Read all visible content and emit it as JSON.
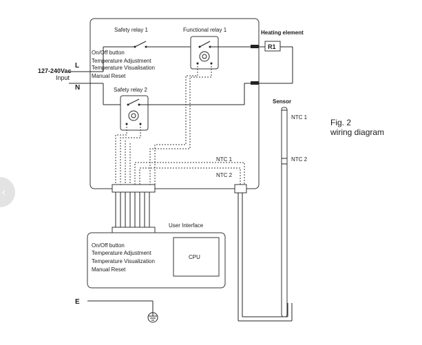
{
  "labels": {
    "safety_relay_1": "Safety relay 1",
    "functional_relay_1": "Functional relay 1",
    "safety_relay_2": "Safety relay 2",
    "heating_element": "Heating element",
    "r1": "R1",
    "voltage": "127-240Vac",
    "input": "Input",
    "l": "L",
    "n": "N",
    "e": "E",
    "sensor": "Sensor",
    "ntc1_sensor": "NTC 1",
    "ntc2_sensor": "NTC 2",
    "ntc1_board": "NTC 1",
    "ntc2_board": "NTC 2",
    "user_interface": "User Interface",
    "cpu": "CPU",
    "fig_number": "Fig. 2",
    "fig_caption": "wiring diagram"
  },
  "board_functions": [
    "On/Off button",
    "Temperature Adjustment",
    "Temperature Visualisation",
    "Manual Reset"
  ],
  "ui_functions": [
    "On/Off button",
    "Temperature Adjustment",
    "Temperature Visualization",
    "Manual Reset"
  ],
  "nav": {
    "icon": "chevron-left-icon",
    "glyph": "‹"
  }
}
